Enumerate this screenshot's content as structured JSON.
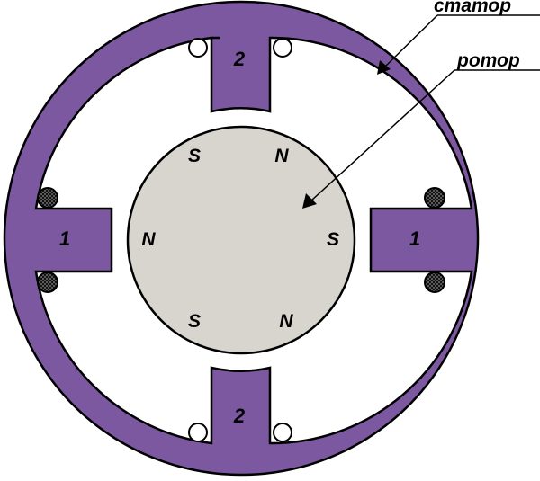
{
  "labels": {
    "stator": "статор",
    "rotor": "ротор"
  },
  "poles": {
    "left": "1",
    "right": "1",
    "top": "2",
    "bottom": "2"
  },
  "rotor_magnets": {
    "top_left": "S",
    "top_right": "N",
    "left": "N",
    "right": "S",
    "bottom_left": "S",
    "bottom_right": "N"
  },
  "colors": {
    "stator": "#7B58A0",
    "rotor": "#D8D4CE",
    "outline": "#000000",
    "winding_filled": "#3A3A3A",
    "winding_open": "#FFFFFF"
  }
}
